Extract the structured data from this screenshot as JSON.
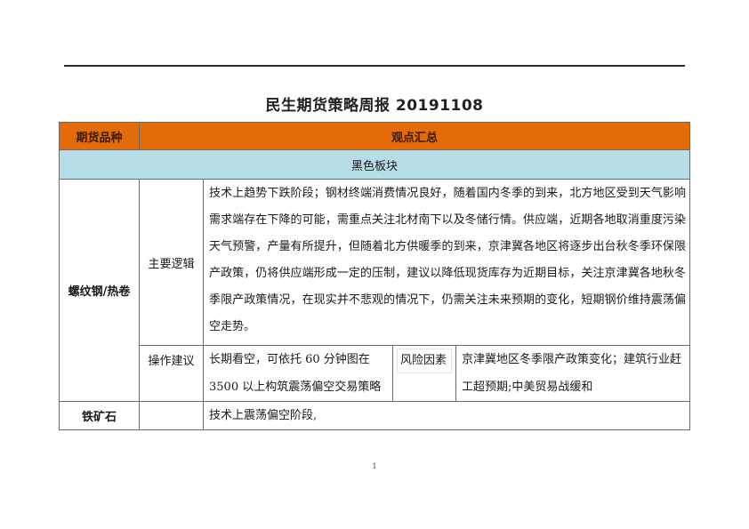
{
  "document": {
    "title": "民生期货策略周报 20191108",
    "page_number": "1"
  },
  "table": {
    "headers": {
      "variety": "期货品种",
      "summary": "观点汇总"
    },
    "sector": "黑色板块",
    "rows": [
      {
        "variety": "螺纹钢/热卷",
        "main_logic_label": "主要逻辑",
        "main_logic": "技术上趋势下跌阶段；钢材终端消费情况良好，随着国内冬季的到来，北方地区受到天气影响需求端存在下降的可能，需重点关注北材南下以及冬储行情。供应端，近期各地取消重度污染天气预警，产量有所提升，但随着北方供暖季的到来，京津冀各地区将逐步出台秋冬季环保限产政策，仍将供应端形成一定的压制，建议以降低现货库存为近期目标，关注京津冀各地秋冬季限产政策情况，在现实并不悲观的情况下，仍需关注未来预期的变化，短期钢价维持震荡偏空走势。",
        "operation_label": "操作建议",
        "operation": "长期看空，可依托 60 分钟图在 3500 以上构筑震荡偏空交易策略",
        "risk_label": "风险因素",
        "risk": "京津冀地区冬季限产政策变化；建筑行业赶工超预期;中美贸易战缓和"
      },
      {
        "variety": "铁矿石",
        "main_logic_label": "",
        "main_logic": "技术上震荡偏空阶段,"
      }
    ]
  },
  "colors": {
    "header_bg": "#e36c09",
    "sector_bg": "#b7dde8",
    "border": "#6b6b6b"
  }
}
